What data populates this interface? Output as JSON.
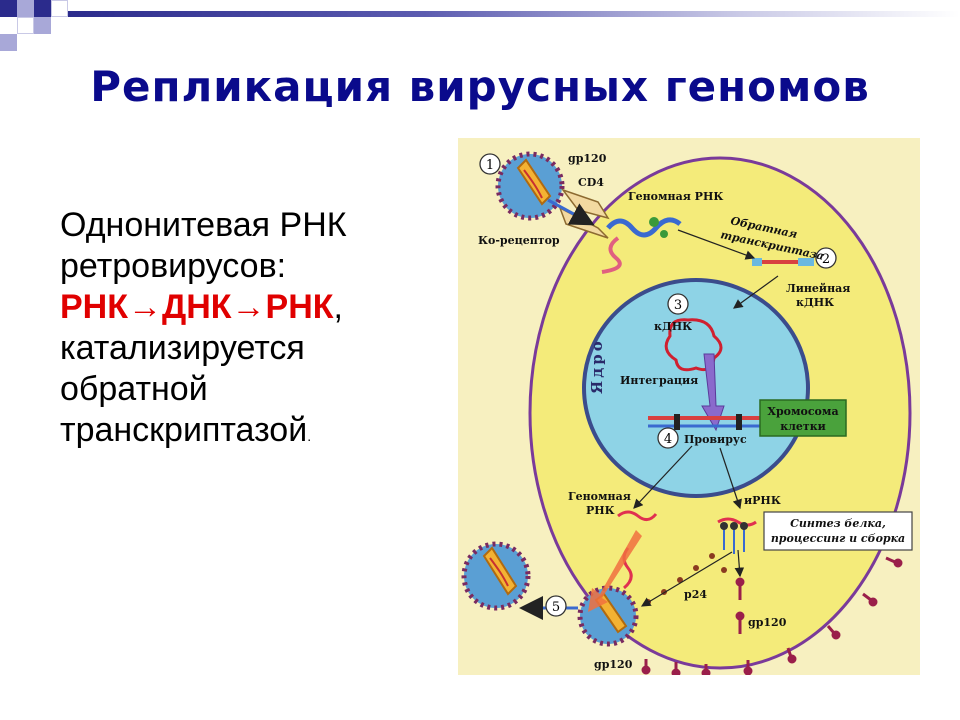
{
  "slide": {
    "title": "Репликация вирусных геномов",
    "text_lines": [
      {
        "text": "Однонитевая РНК",
        "style": "normal"
      },
      {
        "text": "ретровирусов:",
        "style": "normal"
      },
      {
        "text": "РНК→ДНК→РНК",
        "style": "red",
        "suffix": ","
      },
      {
        "text": "катализируется",
        "style": "normal"
      },
      {
        "text": "обратной",
        "style": "normal"
      },
      {
        "text": "транскриптазой",
        "style": "normal",
        "suffix_small": "."
      }
    ],
    "colors": {
      "title": "#0a0a8c",
      "accent_red": "#e00000",
      "header_square_dark": "#2b2b8c",
      "header_square_light": "#a8a8d8",
      "cell_fill": "#f4eb7a",
      "nucleus_fill": "#8ed3e6",
      "figure_bg": "#f7f0c0",
      "chromosome_box": "#4aa23c"
    }
  },
  "figure": {
    "step_numbers": [
      "1",
      "2",
      "3",
      "4",
      "5"
    ],
    "labels": {
      "gp120_top": "gp120",
      "cd4": "CD4",
      "coreceptor": "Ко-рецептор",
      "genomic_rna_top": "Геномная РНК",
      "reverse_transcriptase_1": "Обратная",
      "reverse_transcriptase_2": "транскриптаза",
      "linear_cdna_1": "Линейная",
      "linear_cdna_2": "кДНК",
      "cdna": "кДНК",
      "nucleus": "Ядро",
      "integration": "Интеграция",
      "chromosome_1": "Хромосома",
      "chromosome_2": "клетки",
      "provirus": "Провирус",
      "genomic_rna_bottom_1": "Геномная",
      "genomic_rna_bottom_2": "РНК",
      "mrna": "иРНК",
      "synthesis_1": "Синтез белка,",
      "synthesis_2": "процессинг и сборка",
      "p24": "p24",
      "gp120_right": "gp120",
      "gp120_bottom": "gp120"
    }
  }
}
